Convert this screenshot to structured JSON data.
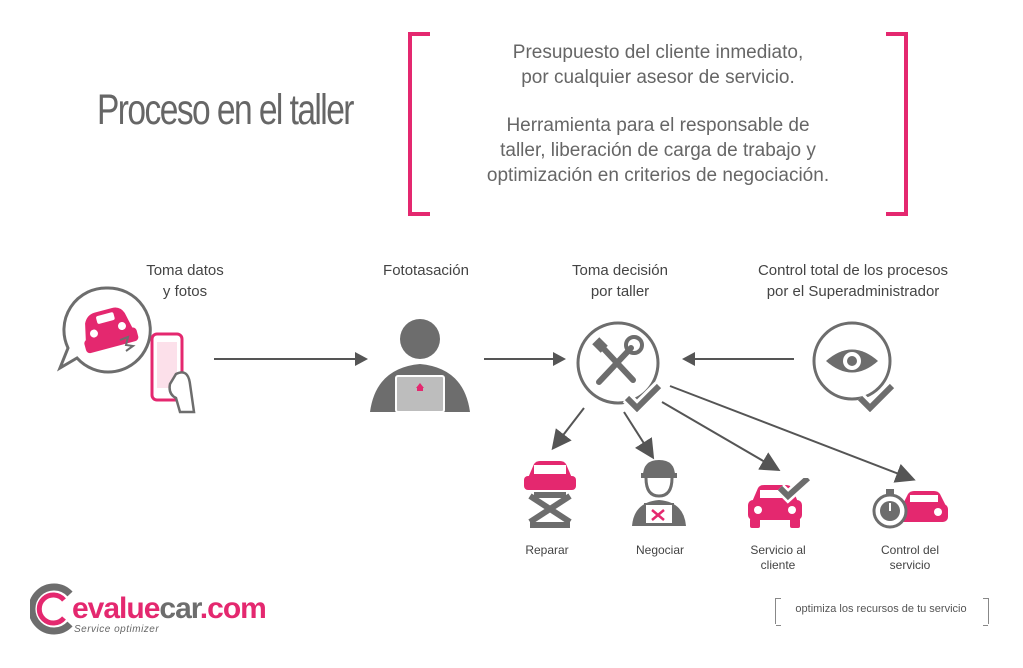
{
  "title": "Proceso en el taller",
  "intro": {
    "line1": "Presupuesto del cliente inmediato,",
    "line2": "por cualquier asesor de servicio.",
    "line3": "Herramienta para el responsable de",
    "line4": "taller, liberación de carga de trabajo y",
    "line5": "optimización en criterios de negociación."
  },
  "steps": {
    "s1": {
      "l1": "Toma datos",
      "l2": "y fotos"
    },
    "s2": {
      "l1": "Fototasación"
    },
    "s3": {
      "l1": "Toma decisión",
      "l2": "por taller"
    },
    "s4": {
      "l1": "Control total de los procesos",
      "l2": "por el Superadministrador"
    }
  },
  "outcomes": {
    "o1": {
      "l1": "Reparar"
    },
    "o2": {
      "l1": "Negociar"
    },
    "o3": {
      "l1": "Servicio al",
      "l2": "cliente"
    },
    "o4": {
      "l1": "Control del",
      "l2": "servicio"
    }
  },
  "logo": {
    "brand_pink": "evalue",
    "brand_gray": "car",
    "brand_tld": ".com",
    "tagline": "Service optimizer"
  },
  "slogan": "optimiza los recursos de tu servicio",
  "colors": {
    "accent": "#e4286f",
    "icon_gray": "#6d6d6d",
    "text": "#555555"
  },
  "icons": [
    "speech-bubble-car-icon",
    "phone-hand-icon",
    "person-laptop-icon",
    "tools-check-icon",
    "eye-check-icon",
    "car-lift-icon",
    "mechanic-icon",
    "car-check-icon",
    "stopwatch-car-icon"
  ]
}
